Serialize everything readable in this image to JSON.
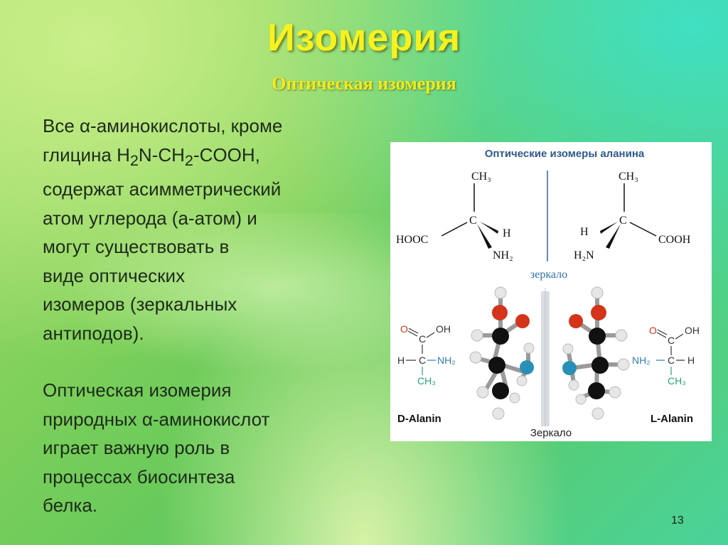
{
  "slide": {
    "title": "Изомерия",
    "subtitle": "Оптическая изомерия",
    "paragraph1": {
      "line1": "Все α-аминокислоты, кроме",
      "line2_prefix": "глицина H",
      "line2_sub1": "2",
      "line2_mid": "N-CH",
      "line2_sub2": "2",
      "line2_suffix": "-COOH,",
      "line3": "содержат асимметрический",
      "line4": "атом углерода (a-атом) и",
      "line5": "могут существовать в",
      "line6": "виде оптических",
      "line7": "изомеров (зеркальных",
      "line8": "антиподов)."
    },
    "paragraph2": {
      "line1": "Оптическая изомерия",
      "line2": "природных α-аминокислот",
      "line3": "играет важную роль в",
      "line4": "процессах биосинтеза",
      "line5": "белка."
    },
    "page_number": "13"
  },
  "figure": {
    "header": "Оптические изомеры аланина",
    "mirror_label_top": "зеркало",
    "mirror_label_bottom": "Зеркало",
    "left_isomer": {
      "ch3": "CH₃",
      "c": "C",
      "h": "H",
      "cooh": "HOOC",
      "nh2": "NH₂",
      "small": {
        "o": "O",
        "c": "C",
        "oh": "OH",
        "h": "H",
        "c2": "C",
        "nh2": "NH₂",
        "ch3": "CH₃"
      },
      "name": "D-Alanin"
    },
    "right_isomer": {
      "ch3": "CH₃",
      "c": "C",
      "h": "H",
      "cooh": "COOH",
      "nh2": "H₂N",
      "small": {
        "o": "O",
        "c": "C",
        "oh": "OH",
        "h": "H",
        "c2": "C",
        "nh2": "NH₂",
        "ch3": "CH₃"
      },
      "name": "L-Alanin"
    }
  },
  "colors": {
    "title": "#f6f21e",
    "subtitle": "#f4ea1e",
    "oxygen": "#d4341a",
    "nitrogen": "#2a8fb8",
    "carbon": "#111111",
    "hydrogen": "#e6e6e6",
    "figure_header": "#2f5a8a",
    "nh2_label": "#2f7fb0",
    "ch3_label": "#2aa37a"
  }
}
